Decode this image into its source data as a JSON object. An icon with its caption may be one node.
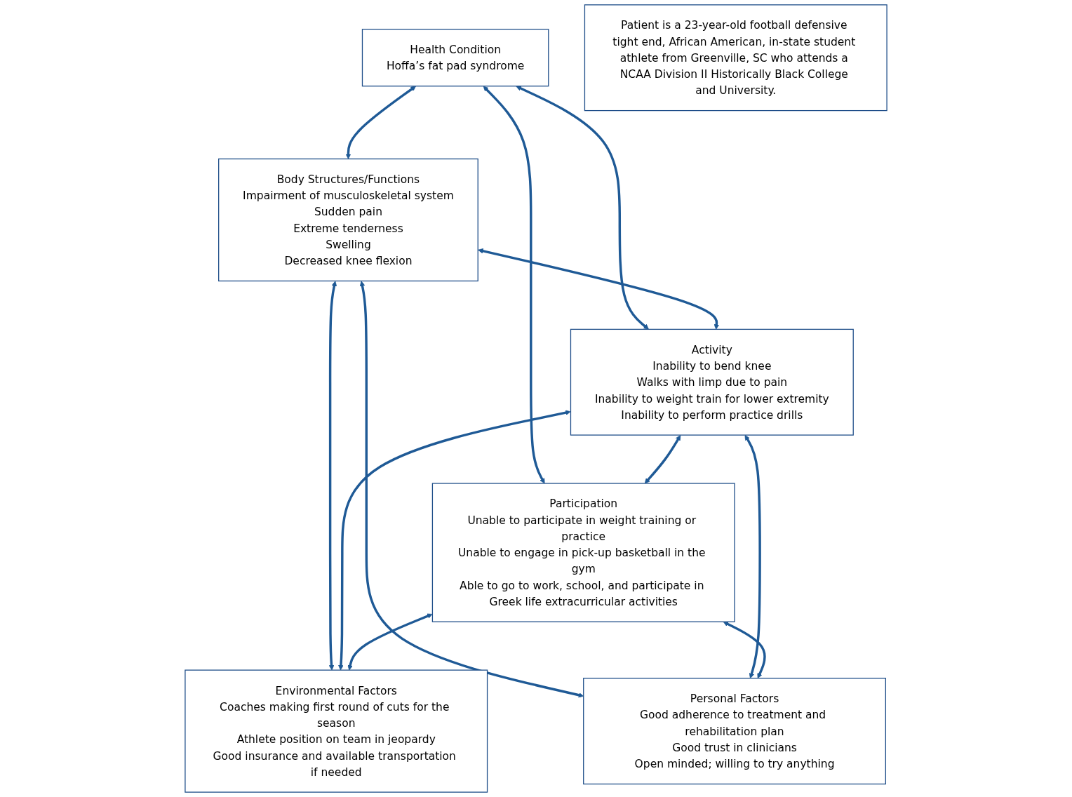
{
  "diagram": {
    "nodes": [
      {
        "text": [
          "Health Condition",
          "Hoffa’s fat pad syndrome"
        ]
      },
      {
        "text": [
          "Patient is a 23-year-old football defensive tight end, African American, in-state student athlete from Greenville, SC who attends a NCAA Division II Historically Black College and University."
        ]
      },
      {
        "text": [
          "Body Structures/Functions",
          "Impairment of musculoskeletal system",
          "Sudden pain",
          "Extreme tenderness",
          "Swelling",
          "Decreased knee flexion"
        ]
      },
      {
        "text": [
          "Activity",
          "Inability to bend knee",
          "Walks with limp due to pain",
          "Inability to weight train for lower extremity",
          "Inability to perform practice drills"
        ]
      },
      {
        "text": [
          "Participation",
          "Unable to participate in weight training or practice",
          "Unable to engage in pick-up basketball in the gym",
          "Able to go to work, school, and participate in Greek life extracurricular activities"
        ]
      },
      {
        "text": [
          "Environmental Factors",
          "Coaches making first round of cuts for the season",
          "Athlete position on team in jeopardy",
          "Good insurance and available transportation if needed"
        ]
      },
      {
        "text": [
          "Personal Factors",
          "Good adherence to treatment and rehabilitation plan",
          "Good trust in clinicians",
          "Open minded; willing to try anything"
        ]
      }
    ],
    "edges": [
      {
        "from": 0,
        "to": 3,
        "arrow": "both"
      },
      {
        "from": 0,
        "to": 2,
        "arrow": "both"
      },
      {
        "from": 0,
        "to": 4,
        "arrow": "both"
      },
      {
        "from": 2,
        "to": 3,
        "arrow": "both"
      },
      {
        "from": 3,
        "to": 4,
        "arrow": "both"
      },
      {
        "from": 2,
        "to": 5,
        "arrow": "both"
      },
      {
        "from": 3,
        "to": 5,
        "arrow": "both"
      },
      {
        "from": 4,
        "to": 5,
        "arrow": "both"
      },
      {
        "from": 2,
        "to": 6,
        "arrow": "both"
      },
      {
        "from": 3,
        "to": 6,
        "arrow": "both"
      },
      {
        "from": 4,
        "to": 6,
        "arrow": "both"
      }
    ]
  }
}
